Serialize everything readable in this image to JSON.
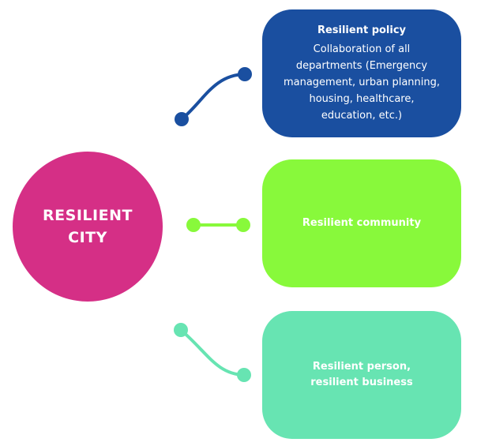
{
  "center": {
    "line1": "RESILIENT",
    "line2": "CITY",
    "color": "#d52f86"
  },
  "nodes": [
    {
      "title": "Resilient policy",
      "description": "Collaboration of all\ndepartments (Emergency\nmanagement, urban planning,\nhousing, healthcare,\neducation, etc.)",
      "color": "#1a4fa0"
    },
    {
      "title": "Resilient community",
      "color": "#88f93b"
    },
    {
      "title": "Resilient person,\nresilient business",
      "color": "#67e4b2"
    }
  ]
}
